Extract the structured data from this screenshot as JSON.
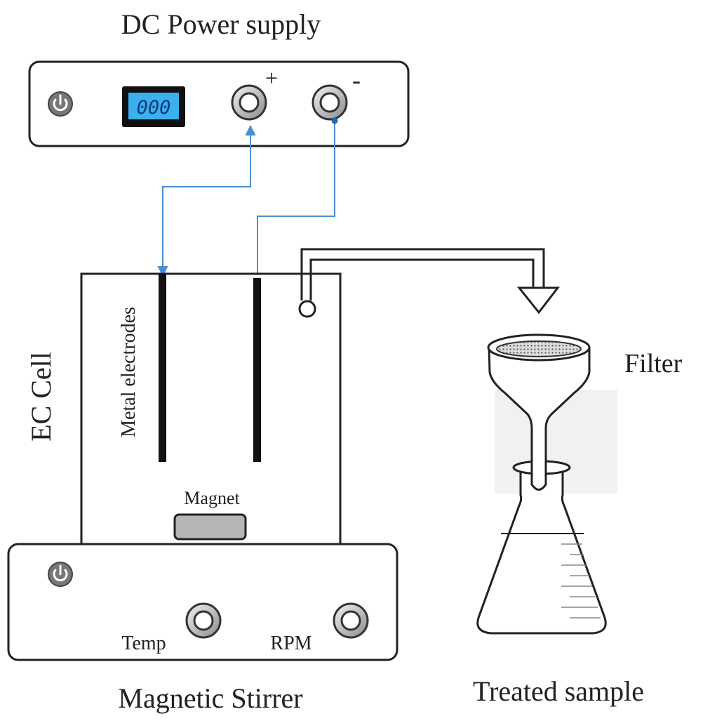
{
  "labels": {
    "power_supply": "DC Power supply",
    "ec_cell": "EC Cell",
    "electrodes": "Metal electrodes",
    "magnet": "Magnet",
    "filter": "Filter",
    "stirrer": "Magnetic Stirrer",
    "treated_sample": "Treated sample"
  },
  "power_supply": {
    "display_value": "000",
    "positive_symbol": "+",
    "negative_symbol": "-"
  },
  "stirrer": {
    "temp_label": "Temp",
    "rpm_label": "RPM"
  },
  "colors": {
    "wire": "#4a8fd4",
    "lcd": "#3ab0ef",
    "outline": "#222222",
    "magnet_fill": "#b5b5b5"
  }
}
